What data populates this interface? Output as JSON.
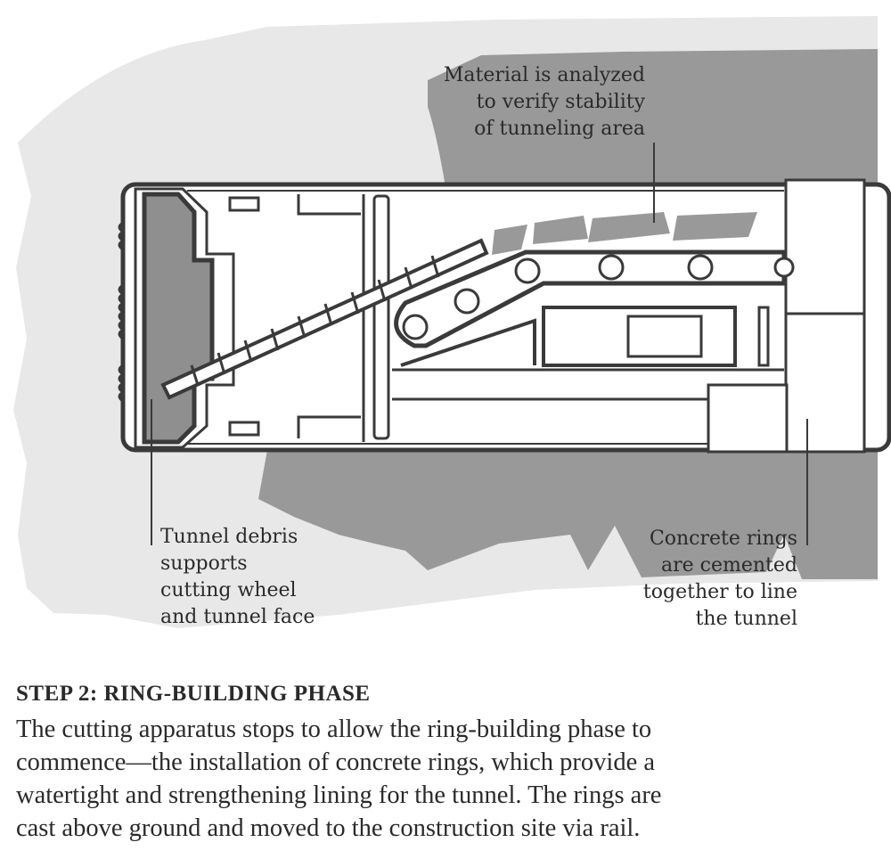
{
  "labels": {
    "material": [
      "Material is analyzed",
      "to verify stability",
      "of tunneling area"
    ],
    "debris": [
      "Tunnel debris",
      "supports",
      "cutting wheel",
      "and tunnel face"
    ],
    "rings": [
      "Concrete rings",
      "are cemented",
      "together to line",
      "the tunnel"
    ]
  },
  "step": {
    "title": "STEP 2: RING-BUILDING PHASE",
    "lines": [
      "The cutting apparatus stops to allow the ring-building phase to",
      "commence—the installation of concrete rings, which provide a",
      "watertight and strengthening lining for the tunnel. The rings are",
      "cast above ground and moved to the construction site via rail."
    ]
  },
  "colors": {
    "light_ground": "#e8e8e8",
    "dark_ground": "#999999",
    "outline": "#3a3a3a",
    "machine_fill": "#ffffff",
    "cutter_fill": "#8f8f8f"
  }
}
